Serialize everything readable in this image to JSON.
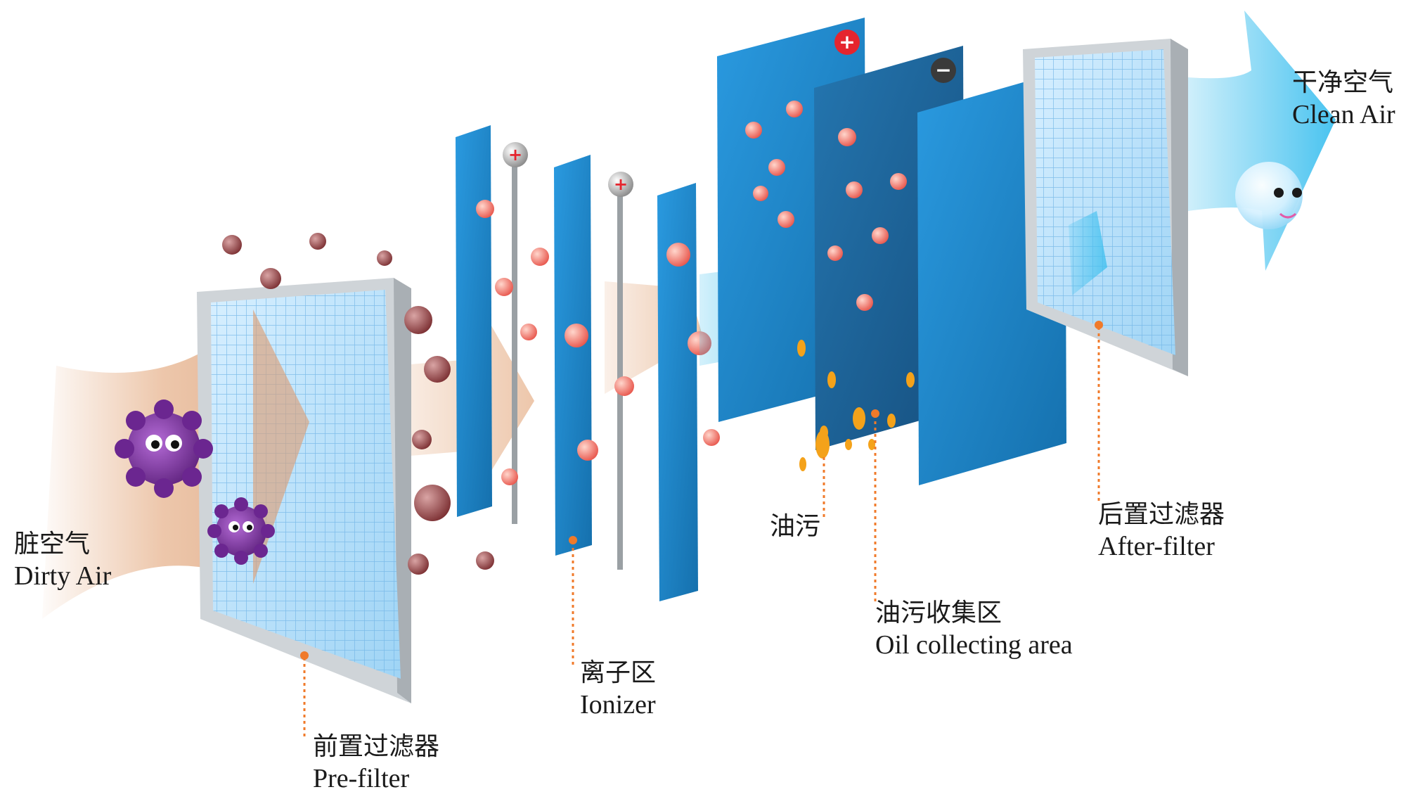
{
  "labels": {
    "dirty_air": {
      "zh": "脏空气",
      "en": "Dirty Air"
    },
    "pre_filter": {
      "zh": "前置过滤器",
      "en": "Pre-filter"
    },
    "ionizer": {
      "zh": "离子区",
      "en": "Ionizer"
    },
    "oil_stain": {
      "zh": "油污"
    },
    "oil_collecting": {
      "zh": "油污收集区",
      "en": "Oil collecting area"
    },
    "after_filter": {
      "zh": "后置过滤器",
      "en": "After-filter"
    },
    "clean_air": {
      "zh": "干净空气",
      "en": "Clean Air"
    }
  },
  "symbols": {
    "positive": "+",
    "negative": "−"
  },
  "colors": {
    "panel_blue": "#1f86c8",
    "panel_dark": "#1b5f92",
    "filter_frame": "#d9dde0",
    "filter_grid": "#8cc8ef",
    "dirty_flow": "#e7b48f",
    "clean_flow": "#3fc0ef",
    "leader_line": "#f07a2a",
    "particle": "#8c3b3e",
    "charged_particle": "#f07d72",
    "oil_drop": "#f4a21a",
    "germ": "#7a2d9c",
    "plus_badge": "#e5252e",
    "minus_badge": "#3a3a3a"
  }
}
